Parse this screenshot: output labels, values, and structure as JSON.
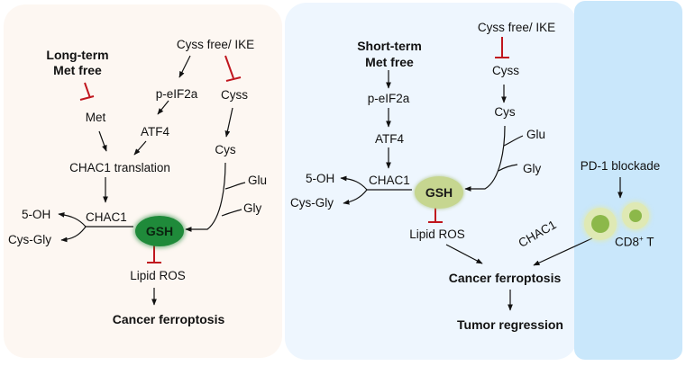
{
  "panels": {
    "left": {
      "title_line1": "Long-term",
      "title_line2": "Met free",
      "cyss_free_ike": "Cyss free/ IKE",
      "p_eif2a": "p-eIF2a",
      "cyss": "Cyss",
      "met": "Met",
      "atf4": "ATF4",
      "cys": "Cys",
      "chac1_translation": "CHAC1 translation",
      "glu": "Glu",
      "gly": "Gly",
      "five_oh": "5-OH",
      "chac1": "CHAC1",
      "cys_gly": "Cys-Gly",
      "gsh": "GSH",
      "lipid_ros": "Lipid ROS",
      "outcome": "Cancer ferroptosis",
      "background_color": "#fdf7f2",
      "gsh_color": "#1f8a3a"
    },
    "middle": {
      "title_line1": "Short-term",
      "title_line2": "Met free",
      "cyss_free_ike": "Cyss free/ IKE",
      "cyss": "Cyss",
      "p_eif2a": "p-eIF2a",
      "cys": "Cys",
      "atf4": "ATF4",
      "glu": "Glu",
      "gly": "Gly",
      "five_oh": "5-OH",
      "chac1": "CHAC1",
      "cys_gly": "Cys-Gly",
      "gsh": "GSH",
      "lipid_ros": "Lipid ROS",
      "chac1_diag": "CHAC1",
      "outcome": "Cancer ferroptosis",
      "final": "Tumor regression",
      "background_color": "#eef6fe",
      "gsh_color": "#c6d690"
    },
    "right": {
      "pd1": "PD-1 blockade",
      "cd8_prefix": "CD8",
      "cd8_sup": "+",
      "cd8_suffix": " T",
      "background_color": "#c9e7fb"
    }
  },
  "colors": {
    "arrow": "#111111",
    "inhibition": "#c0161e"
  }
}
